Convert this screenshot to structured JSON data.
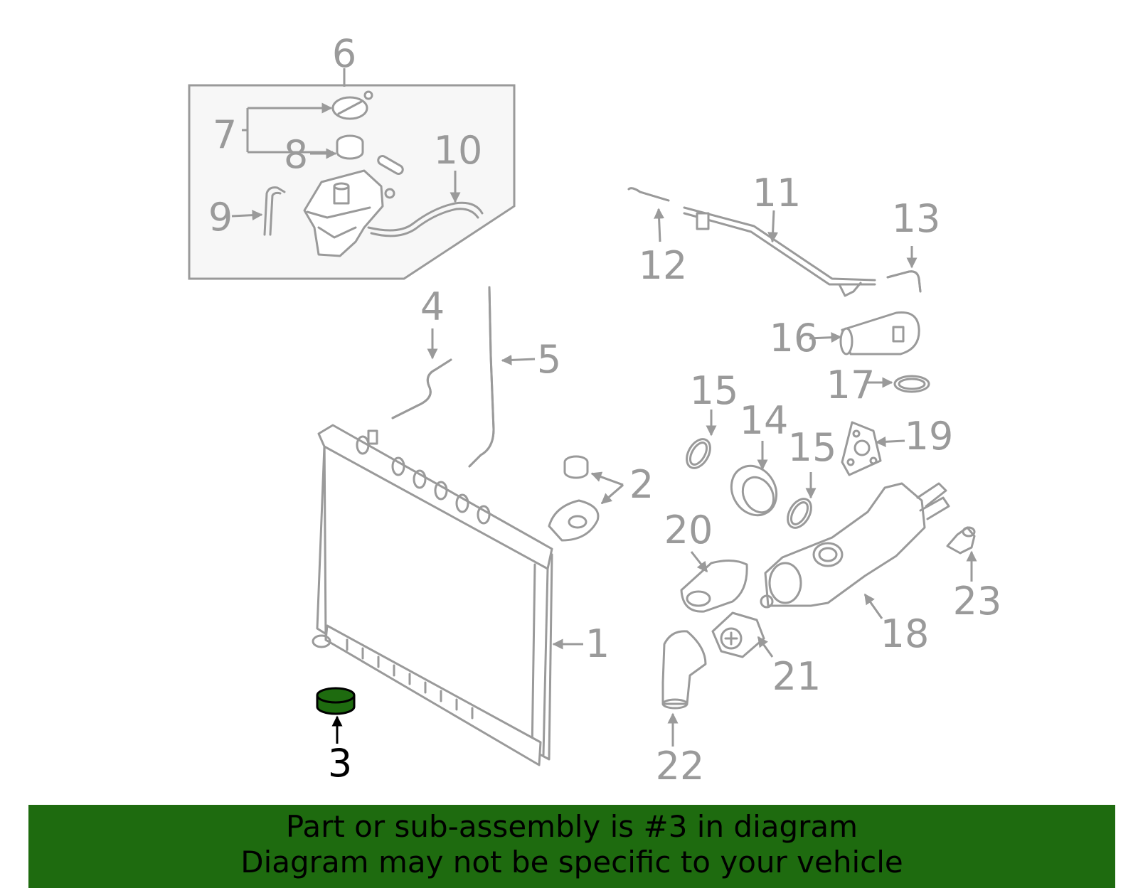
{
  "diagram": {
    "highlight_color": "#1e6b0f",
    "line_color": "#9a9a9a",
    "callouts": [
      "6",
      "7",
      "8",
      "9",
      "10",
      "11",
      "12",
      "13",
      "16",
      "17",
      "4",
      "5",
      "15",
      "14",
      "15",
      "19",
      "2",
      "20",
      "18",
      "23",
      "1",
      "21",
      "22",
      "3"
    ]
  },
  "banner": {
    "background": "#1e6b0f",
    "line1": "Part or sub-assembly is #3 in diagram",
    "line2": "Diagram may not be specific to your vehicle"
  }
}
